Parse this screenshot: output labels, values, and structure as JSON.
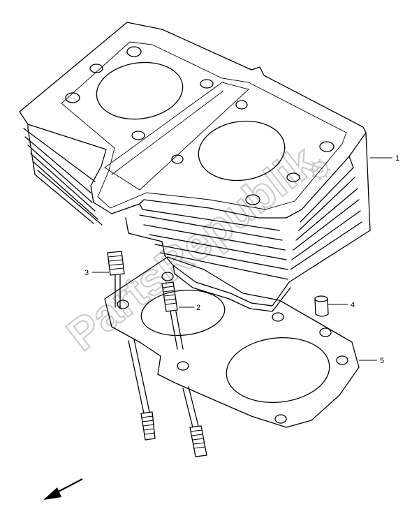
{
  "callouts": [
    {
      "id": "1",
      "label": "1"
    },
    {
      "id": "2",
      "label": "2"
    },
    {
      "id": "3",
      "label": "3"
    },
    {
      "id": "4",
      "label": "4"
    },
    {
      "id": "5",
      "label": "5"
    }
  ],
  "watermark": {
    "text": "PartsRepublik"
  },
  "colors": {
    "line": "#000000",
    "watermark": "#c8c8c8",
    "background": "#ffffff"
  },
  "icons": {
    "direction_arrow": "arrow-down-left-icon",
    "watermark_gear": "gear-icon"
  }
}
